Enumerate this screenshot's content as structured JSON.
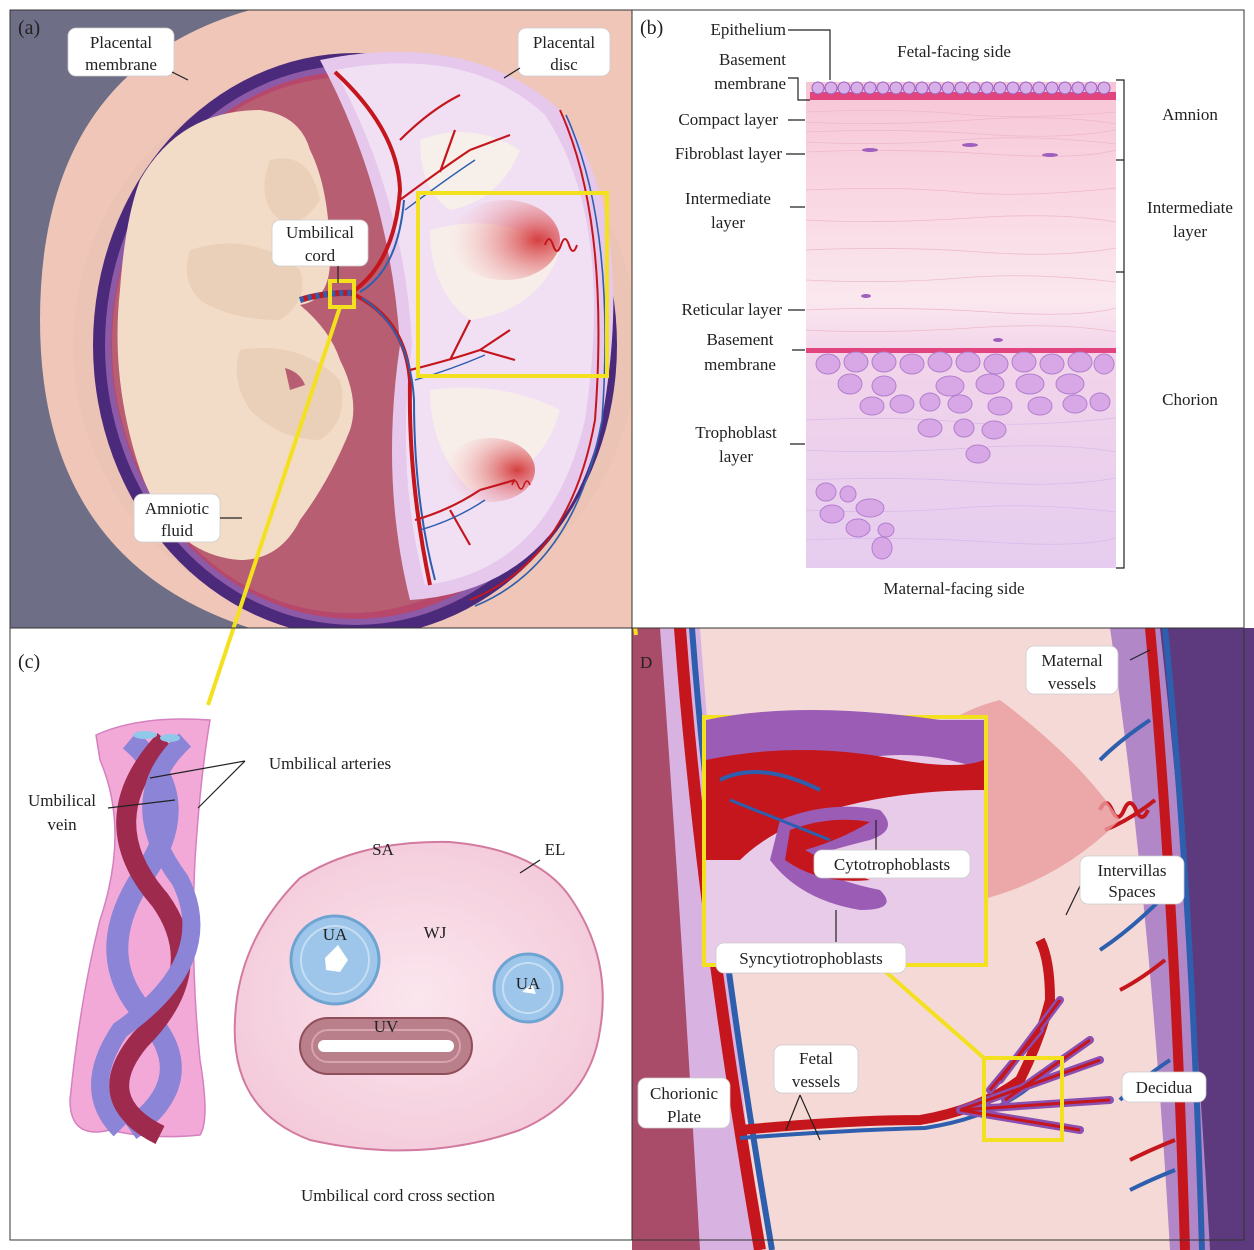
{
  "panels": {
    "a": {
      "panel_label": "(a)",
      "labels": {
        "placental_membrane": [
          "Placental",
          "membrane"
        ],
        "placental_disc": [
          "Placental",
          "disc"
        ],
        "umbilical_cord": [
          "Umbilical",
          "cord"
        ],
        "amniotic_fluid": [
          "Amniotic",
          "fluid"
        ]
      }
    },
    "b": {
      "panel_label": "(b)",
      "top_caption": "Fetal-facing side",
      "bottom_caption": "Maternal-facing side",
      "left_labels": {
        "epithelium": "Epithelium",
        "basement_membrane_top": [
          "Basement",
          "membrane"
        ],
        "compact_layer": "Compact layer",
        "fibroblast_layer": "Fibroblast layer",
        "intermediate_layer": [
          "Intermediate",
          "layer"
        ],
        "reticular_layer": "Reticular layer",
        "basement_membrane_bottom": [
          "Basement",
          "membrane"
        ],
        "trophoblast_layer": [
          "Trophoblast",
          "layer"
        ]
      },
      "right_labels": {
        "amnion": "Amnion",
        "intermediate_layer": [
          "Intermediate",
          "layer"
        ],
        "chorion": "Chorion"
      }
    },
    "c": {
      "panel_label": "(c)",
      "labels": {
        "umbilical_arteries": "Umbilical arteries",
        "umbilical_vein": [
          "Umbilical",
          "vein"
        ],
        "sa": "SA",
        "el": "EL",
        "wj": "WJ",
        "ua_left": "UA",
        "ua_right": "UA",
        "uv": "UV"
      },
      "caption": "Umbilical cord cross section"
    },
    "d": {
      "panel_label": "D",
      "labels": {
        "maternal_vessels": [
          "Maternal",
          "vessels"
        ],
        "cytotrophoblasts": "Cytotrophoblasts",
        "syncytiotrophoblasts": "Syncytiotrophoblasts",
        "intervillas_spaces": [
          "Intervillas",
          "Spaces"
        ],
        "decidua": "Decidua",
        "fetal_vessels": [
          "Fetal",
          "vessels"
        ],
        "chorionic_plate": [
          "Chorionic",
          "Plate"
        ]
      }
    }
  },
  "colors": {
    "highlight": "#f3e01e",
    "artery": "#c4161c",
    "vein": "#2e5fae",
    "amnion_pink": "#f4c8d8",
    "chorion_purple": "#c59be0",
    "membrane_dark": "#4a2a7a",
    "cord_artery": "#8c84d6",
    "cord_vein": "#9e2a4e"
  }
}
